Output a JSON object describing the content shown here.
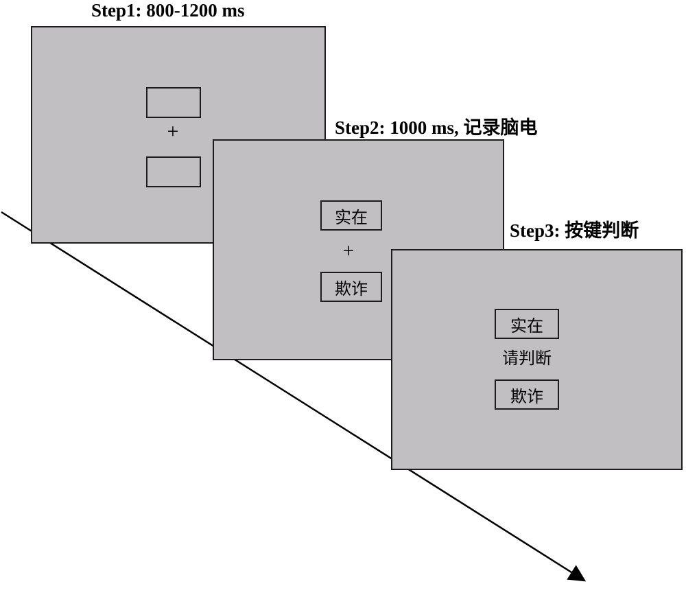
{
  "figure": {
    "background_color": "#ffffff",
    "panel_color": "#c1bfc1",
    "border_color": "#1c1c1c",
    "arrow_color": "#000000"
  },
  "steps": [
    {
      "id": "step1",
      "title": "Step1: 800-1200 ms",
      "top_box": "",
      "fixation": "+",
      "bottom_box": ""
    },
    {
      "id": "step2",
      "title": "Step2: 1000 ms, 记录脑电",
      "top_box": "实在",
      "fixation": "+",
      "bottom_box": "欺诈"
    },
    {
      "id": "step3",
      "title": "Step3: 按键判断",
      "top_box": "实在",
      "middle_text": "请判断",
      "bottom_box": "欺诈"
    }
  ],
  "arrow": {
    "description": "timeline-arrow"
  }
}
